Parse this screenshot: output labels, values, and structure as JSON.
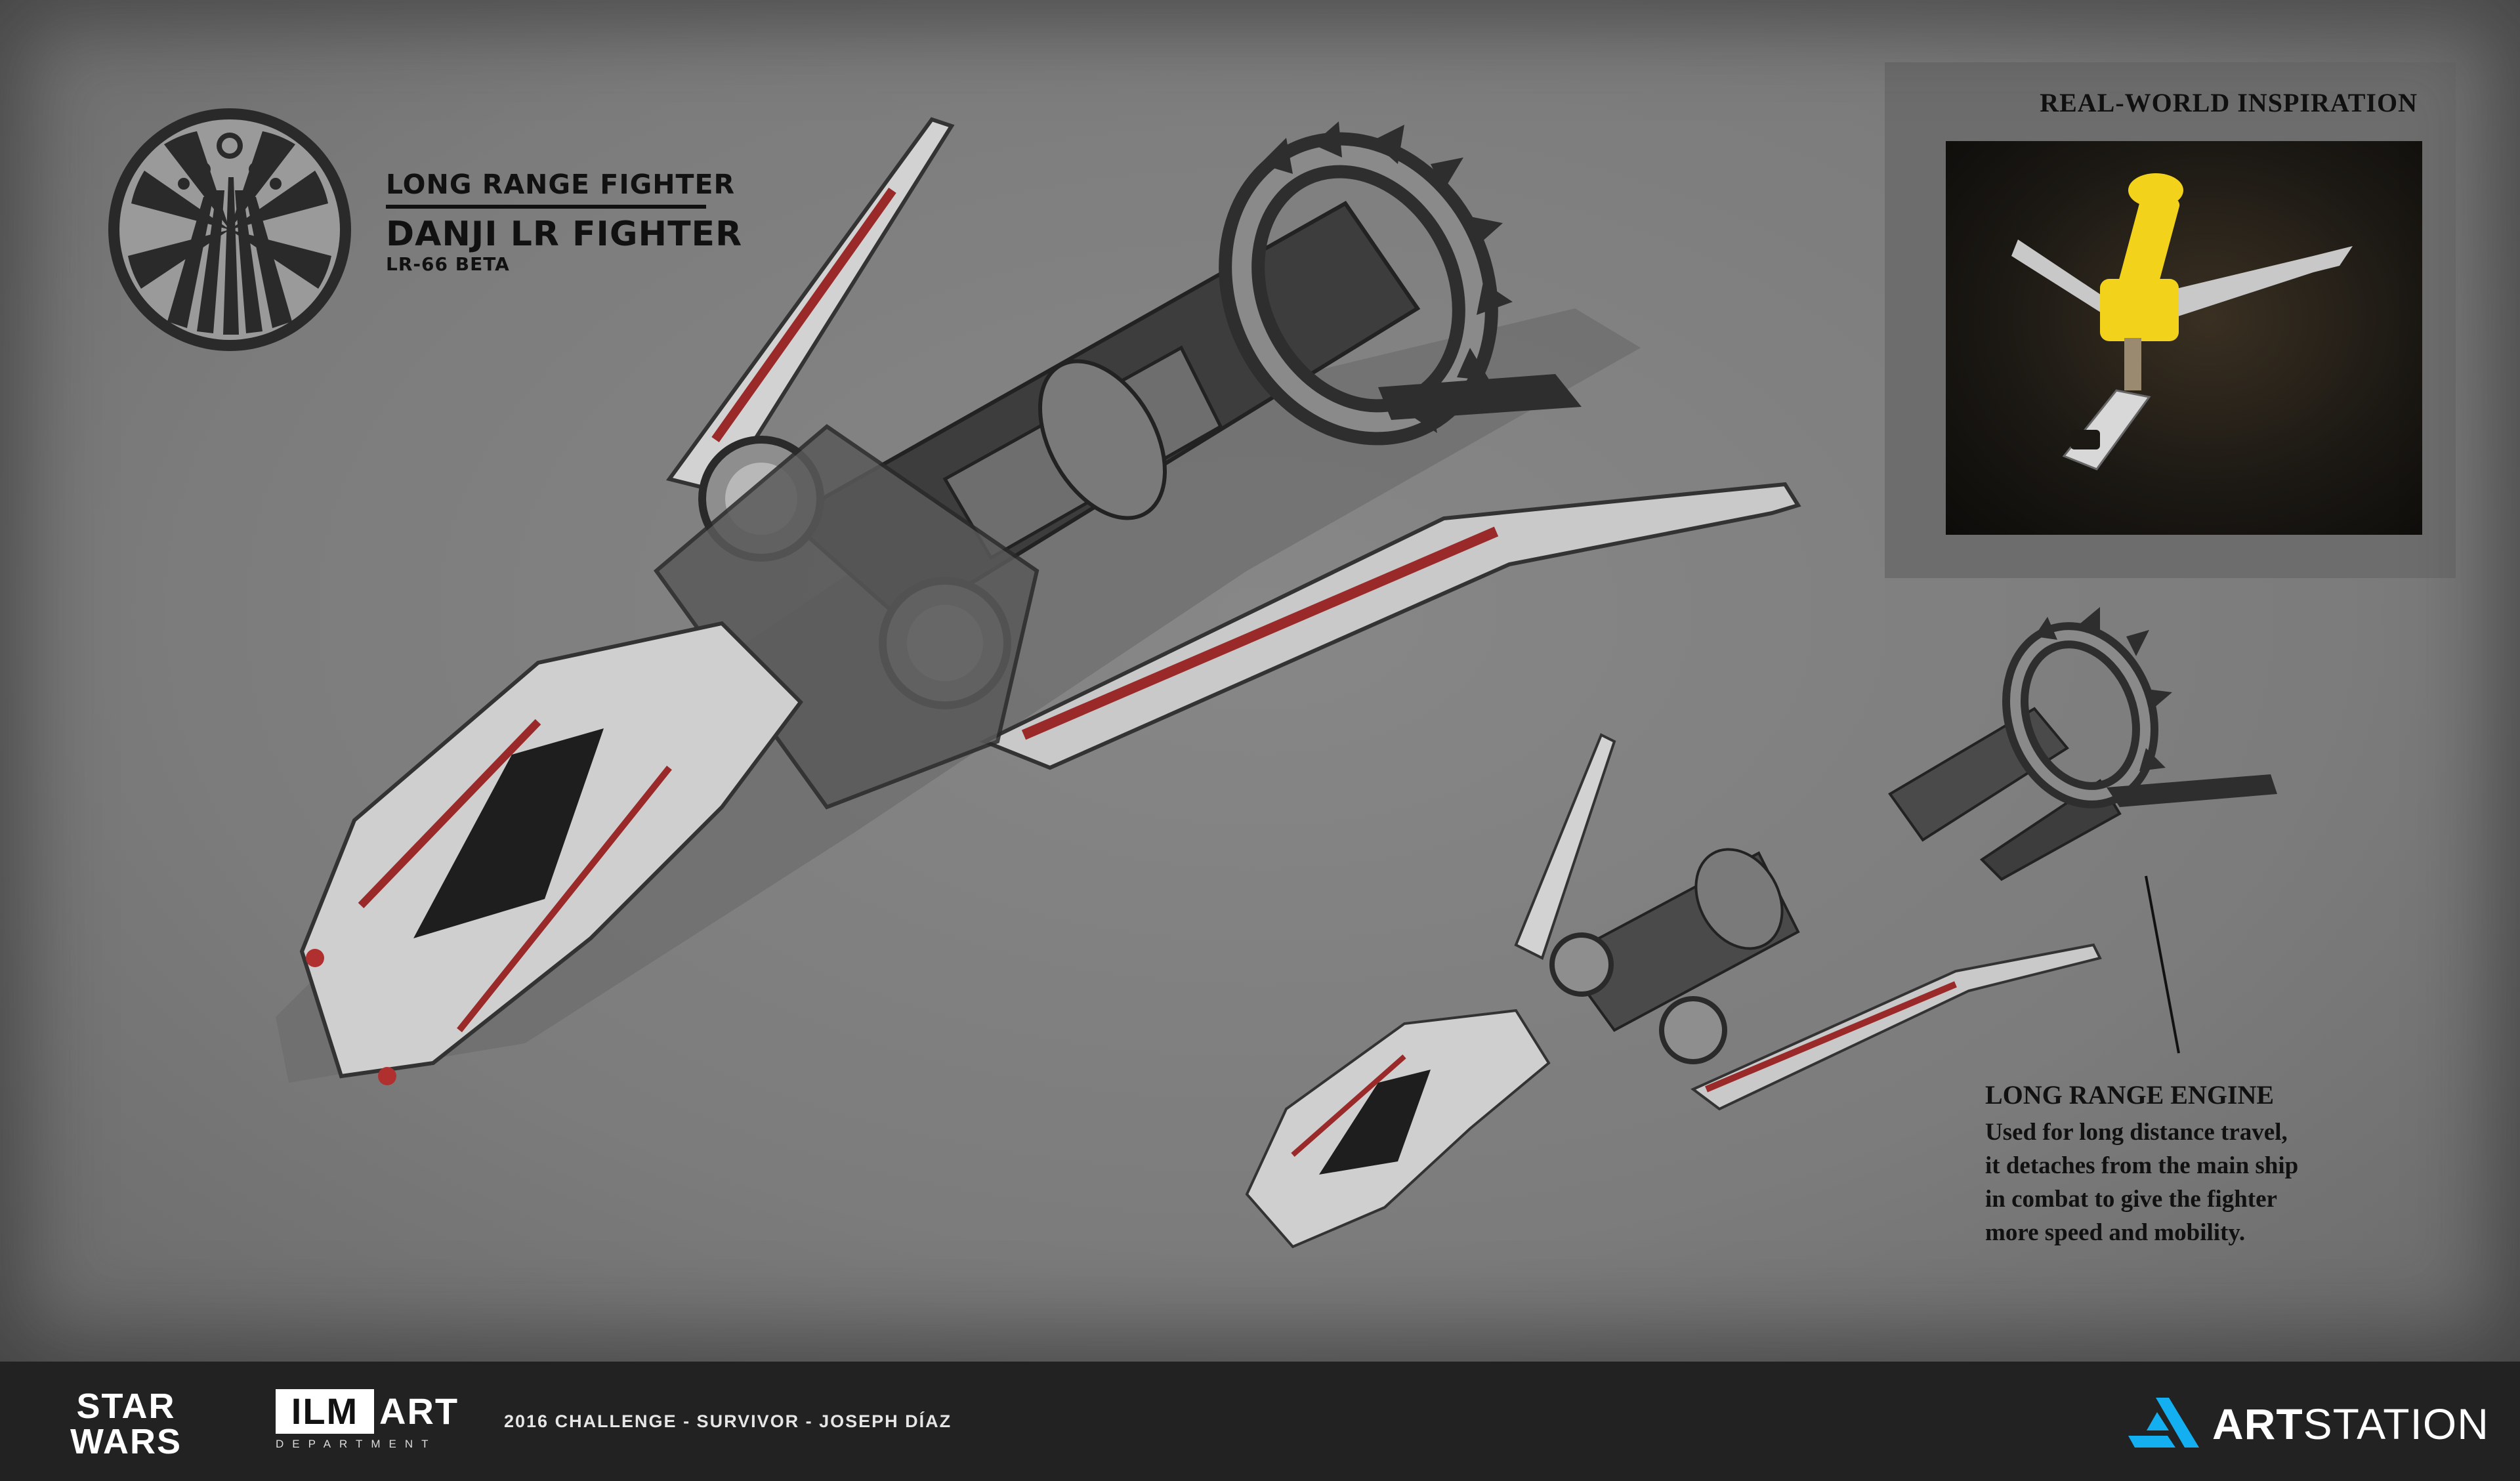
{
  "header": {
    "subtitle": "LONG RANGE FIGHTER",
    "title": "DANJI LR FIGHTER",
    "model": "LR-66 BETA"
  },
  "inspiration": {
    "heading": "REAL-WORLD INSPIRATION",
    "photo_icon": "corkscrew-photo"
  },
  "callout": {
    "heading": "LONG RANGE ENGINE",
    "lines": [
      "Used for long distance travel,",
      "it detaches from the main ship",
      "in combat to give the fighter",
      "more speed and mobility."
    ]
  },
  "footer": {
    "starwars_line1": "STAR",
    "starwars_line2": "WARS",
    "ilm": "ILM",
    "art": "ART",
    "department": "DEPARTMENT",
    "credit": "2016 CHALLENGE - SURVIVOR - JOSEPH DÍAZ",
    "artstation_bold": "ART",
    "artstation_regular": "STATION"
  },
  "colors": {
    "canvas": "#7f7f7f",
    "footer": "#222222",
    "ship_hull": "#c9c9c9",
    "ship_dark": "#3a3a3a",
    "accent_red": "#9a2a2a",
    "corkscrew_yellow": "#f2d21b",
    "artstation_blue": "#13aff0"
  }
}
